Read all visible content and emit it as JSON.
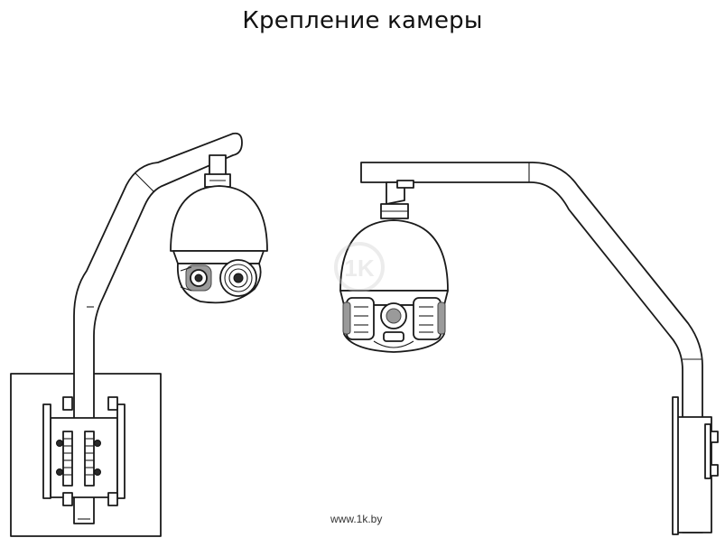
{
  "title": "Крепление камеры",
  "watermark": "www.1k.by",
  "logo_text": "1K",
  "left_view": {},
  "right_view": {}
}
